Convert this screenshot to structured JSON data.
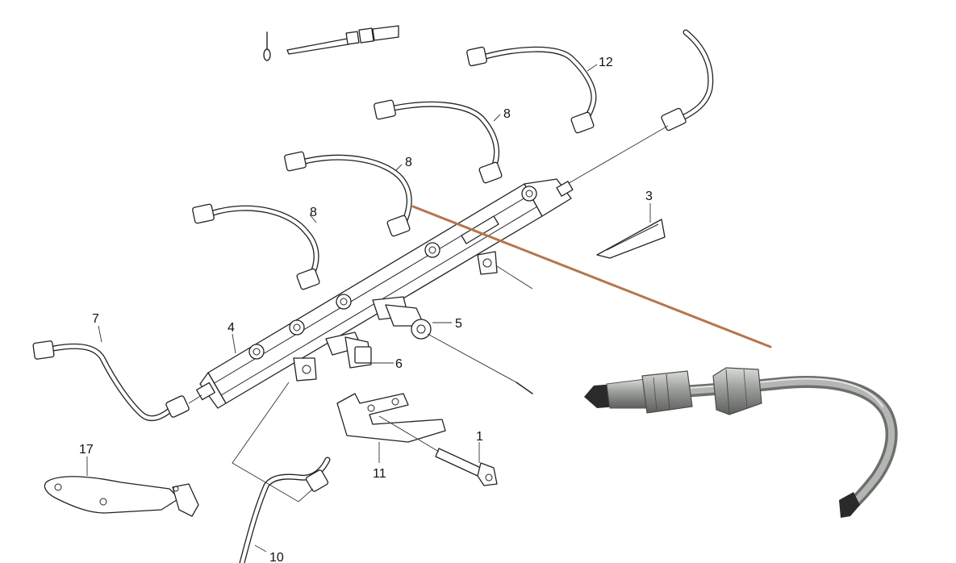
{
  "callouts": {
    "c1": "1",
    "c3": "3",
    "c4": "4",
    "c5": "5",
    "c6": "6",
    "c7": "7",
    "c8a": "8",
    "c8b": "8",
    "c8c": "8",
    "c10": "10",
    "c11": "11",
    "c12": "12",
    "c17": "17"
  },
  "colors": {
    "line_art": "#222222",
    "highlight_leader": "#b5754c",
    "photo_pipe": "#8f918e",
    "photo_nut": "#9a9c99",
    "background": "#ffffff"
  },
  "icons": {
    "photo": "fuel-injector-pipe-photo"
  }
}
